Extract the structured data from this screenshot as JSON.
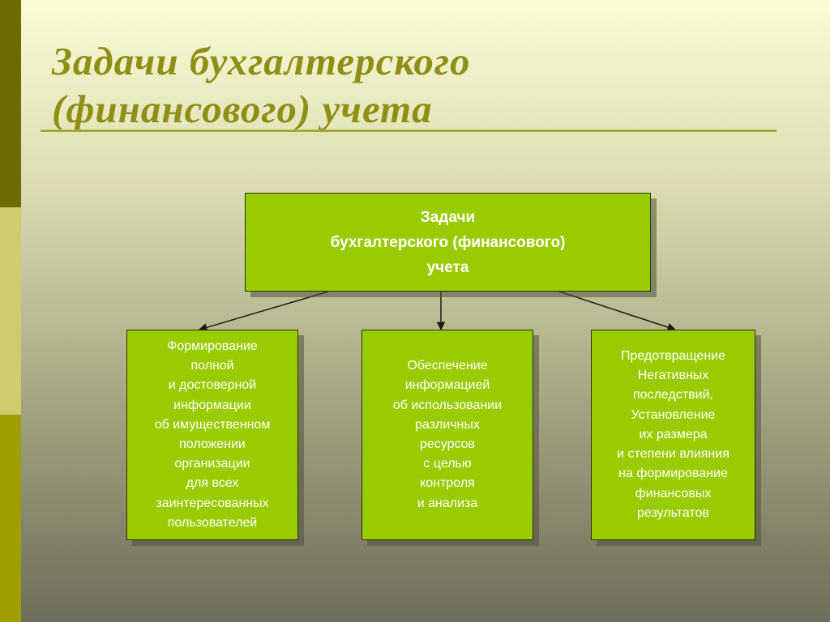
{
  "slide": {
    "title_lines": [
      "Задачи бухгалтерского",
      "(финансового) учета"
    ]
  },
  "diagram": {
    "root": {
      "lines": [
        "Задачи",
        "бухгалтерского (финансового)",
        "учета"
      ]
    },
    "children": [
      {
        "lines": [
          "Формирование",
          "полной",
          "и достоверной",
          "информации",
          "об имущественном",
          "положении",
          "организации",
          "для всех",
          "заинтересованных",
          "пользователей"
        ]
      },
      {
        "lines": [
          "Обеспечение",
          "информацией",
          "об использовании",
          "различных",
          "ресурсов",
          "с целью",
          "контроля",
          "и анализа"
        ]
      },
      {
        "lines": [
          "Предотвращение",
          "Негативных",
          "последствий,",
          "Установление",
          "их размера",
          "и степени влияния",
          "на формирование",
          "финансовых",
          "результатов"
        ]
      }
    ]
  },
  "colors": {
    "box_fill": "#99cc00",
    "title_text": "#8f8f18",
    "side_bar_dark": "#6b6b00",
    "side_bar_light": "#cdcd6f",
    "side_bar_mid": "#9e9e00"
  }
}
